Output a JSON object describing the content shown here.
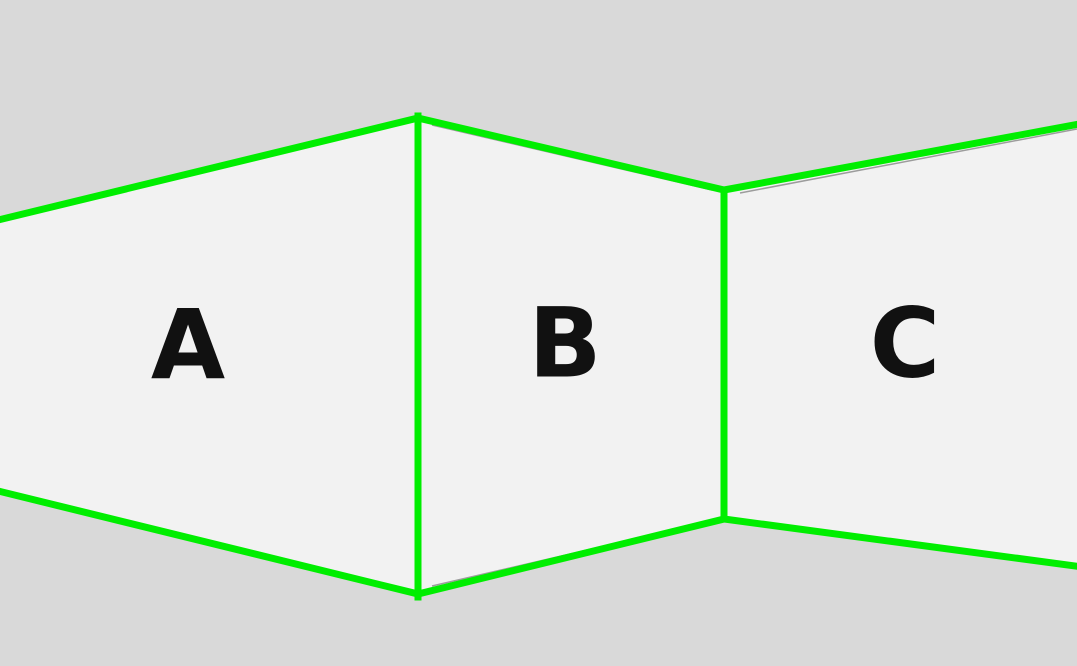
{
  "colors": {
    "background": "#d9d9d9",
    "panel_face": "#f2f2f2",
    "outline": "#00ee00",
    "label": "#111111"
  },
  "panels": [
    {
      "label": "A"
    },
    {
      "label": "B"
    },
    {
      "label": "C"
    }
  ]
}
